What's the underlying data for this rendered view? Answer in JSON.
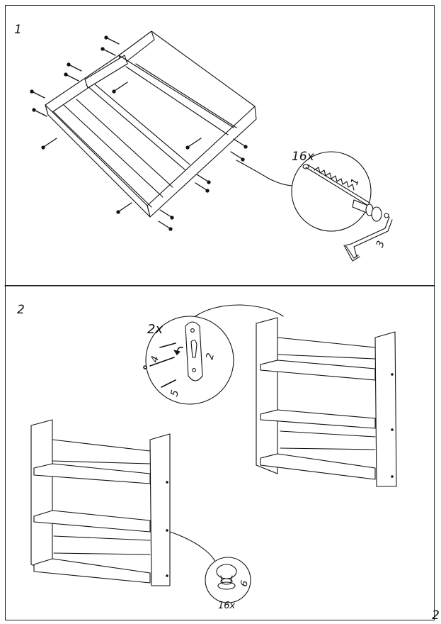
{
  "steps": [
    {
      "number": "1",
      "callout_qty": "16x",
      "parts": [
        "1",
        "3"
      ]
    },
    {
      "number": "2",
      "callout_qty": "2x",
      "parts": [
        "4",
        "2",
        "5"
      ],
      "foot_qty": "16x",
      "foot_part": "6"
    }
  ],
  "page_number": "2"
}
